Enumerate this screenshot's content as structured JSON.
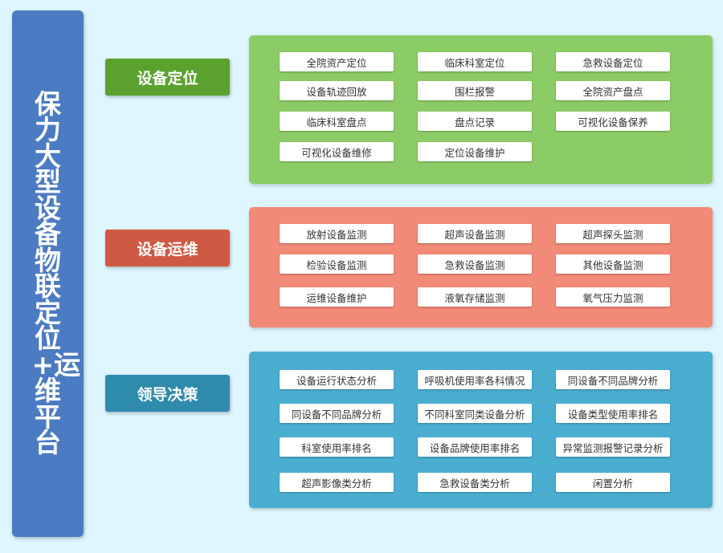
{
  "title": "保力大型设备物联定位+运维平台",
  "sections": [
    {
      "label": "设备定位",
      "label_color": "#5aa12d",
      "panel_color": "#8ccc66",
      "rows": [
        [
          "全院资产定位",
          "临床科室定位",
          "急救设备定位"
        ],
        [
          "设备轨迹回放",
          "围栏报警",
          "全院资产盘点"
        ],
        [
          "临床科室盘点",
          "盘点记录",
          "可视化设备保养"
        ],
        [
          "可视化设备维修",
          "定位设备维护"
        ]
      ]
    },
    {
      "label": "设备运维",
      "label_color": "#cf5a43",
      "panel_color": "#f28a78",
      "rows": [
        [
          "放射设备监测",
          "超声设备监测",
          "超声探头监测"
        ],
        [
          "检验设备监测",
          "急救设备监测",
          "其他设备监测"
        ],
        [
          "运维设备维护",
          "液氧存储监测",
          "氧气压力监测"
        ]
      ]
    },
    {
      "label": "领导决策",
      "label_color": "#2e8bab",
      "panel_color": "#4aaed1",
      "rows": [
        [
          "设备运行状态分析",
          "呼吸机使用率各科情况",
          "同设备不同品牌分析"
        ],
        [
          "同设备不同品牌分析",
          "不同科室同类设备分析",
          "设备类型使用率排名"
        ],
        [
          "科室使用率排名",
          "设备品牌使用率排名",
          "异常监测报警记录分析"
        ],
        [
          "超声影像类分析",
          "急救设备类分析",
          "闲置分析"
        ]
      ]
    }
  ]
}
